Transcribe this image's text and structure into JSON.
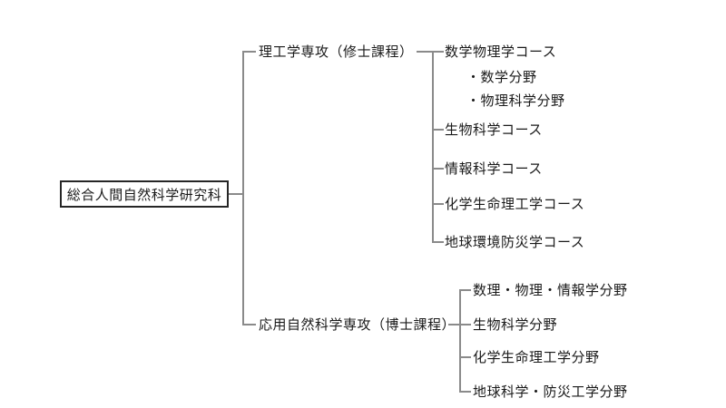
{
  "diagram": {
    "title": "graduate-school-organization-chart",
    "root": {
      "label": "総合人間自然科学研究科"
    },
    "branches": [
      {
        "label": "理工学専攻（修士課程）",
        "children": [
          {
            "label": "数学物理学コース",
            "subitems": [
              {
                "label": "・数学分野"
              },
              {
                "label": "・物理科学分野"
              }
            ]
          },
          {
            "label": "生物科学コース"
          },
          {
            "label": "情報科学コース"
          },
          {
            "label": "化学生命理工学コース"
          },
          {
            "label": "地球環境防災学コース"
          }
        ]
      },
      {
        "label": "応用自然科学専攻（博士課程）",
        "children": [
          {
            "label": "数理・物理・情報学分野"
          },
          {
            "label": "生物科学分野"
          },
          {
            "label": "化学生命理工学分野"
          },
          {
            "label": "地球科学・防災工学分野"
          }
        ]
      }
    ]
  },
  "colors": {
    "background": "#ffffff",
    "text": "#1a1a1a",
    "connector_line": "#8a8a8a",
    "box_border": "#262626"
  }
}
